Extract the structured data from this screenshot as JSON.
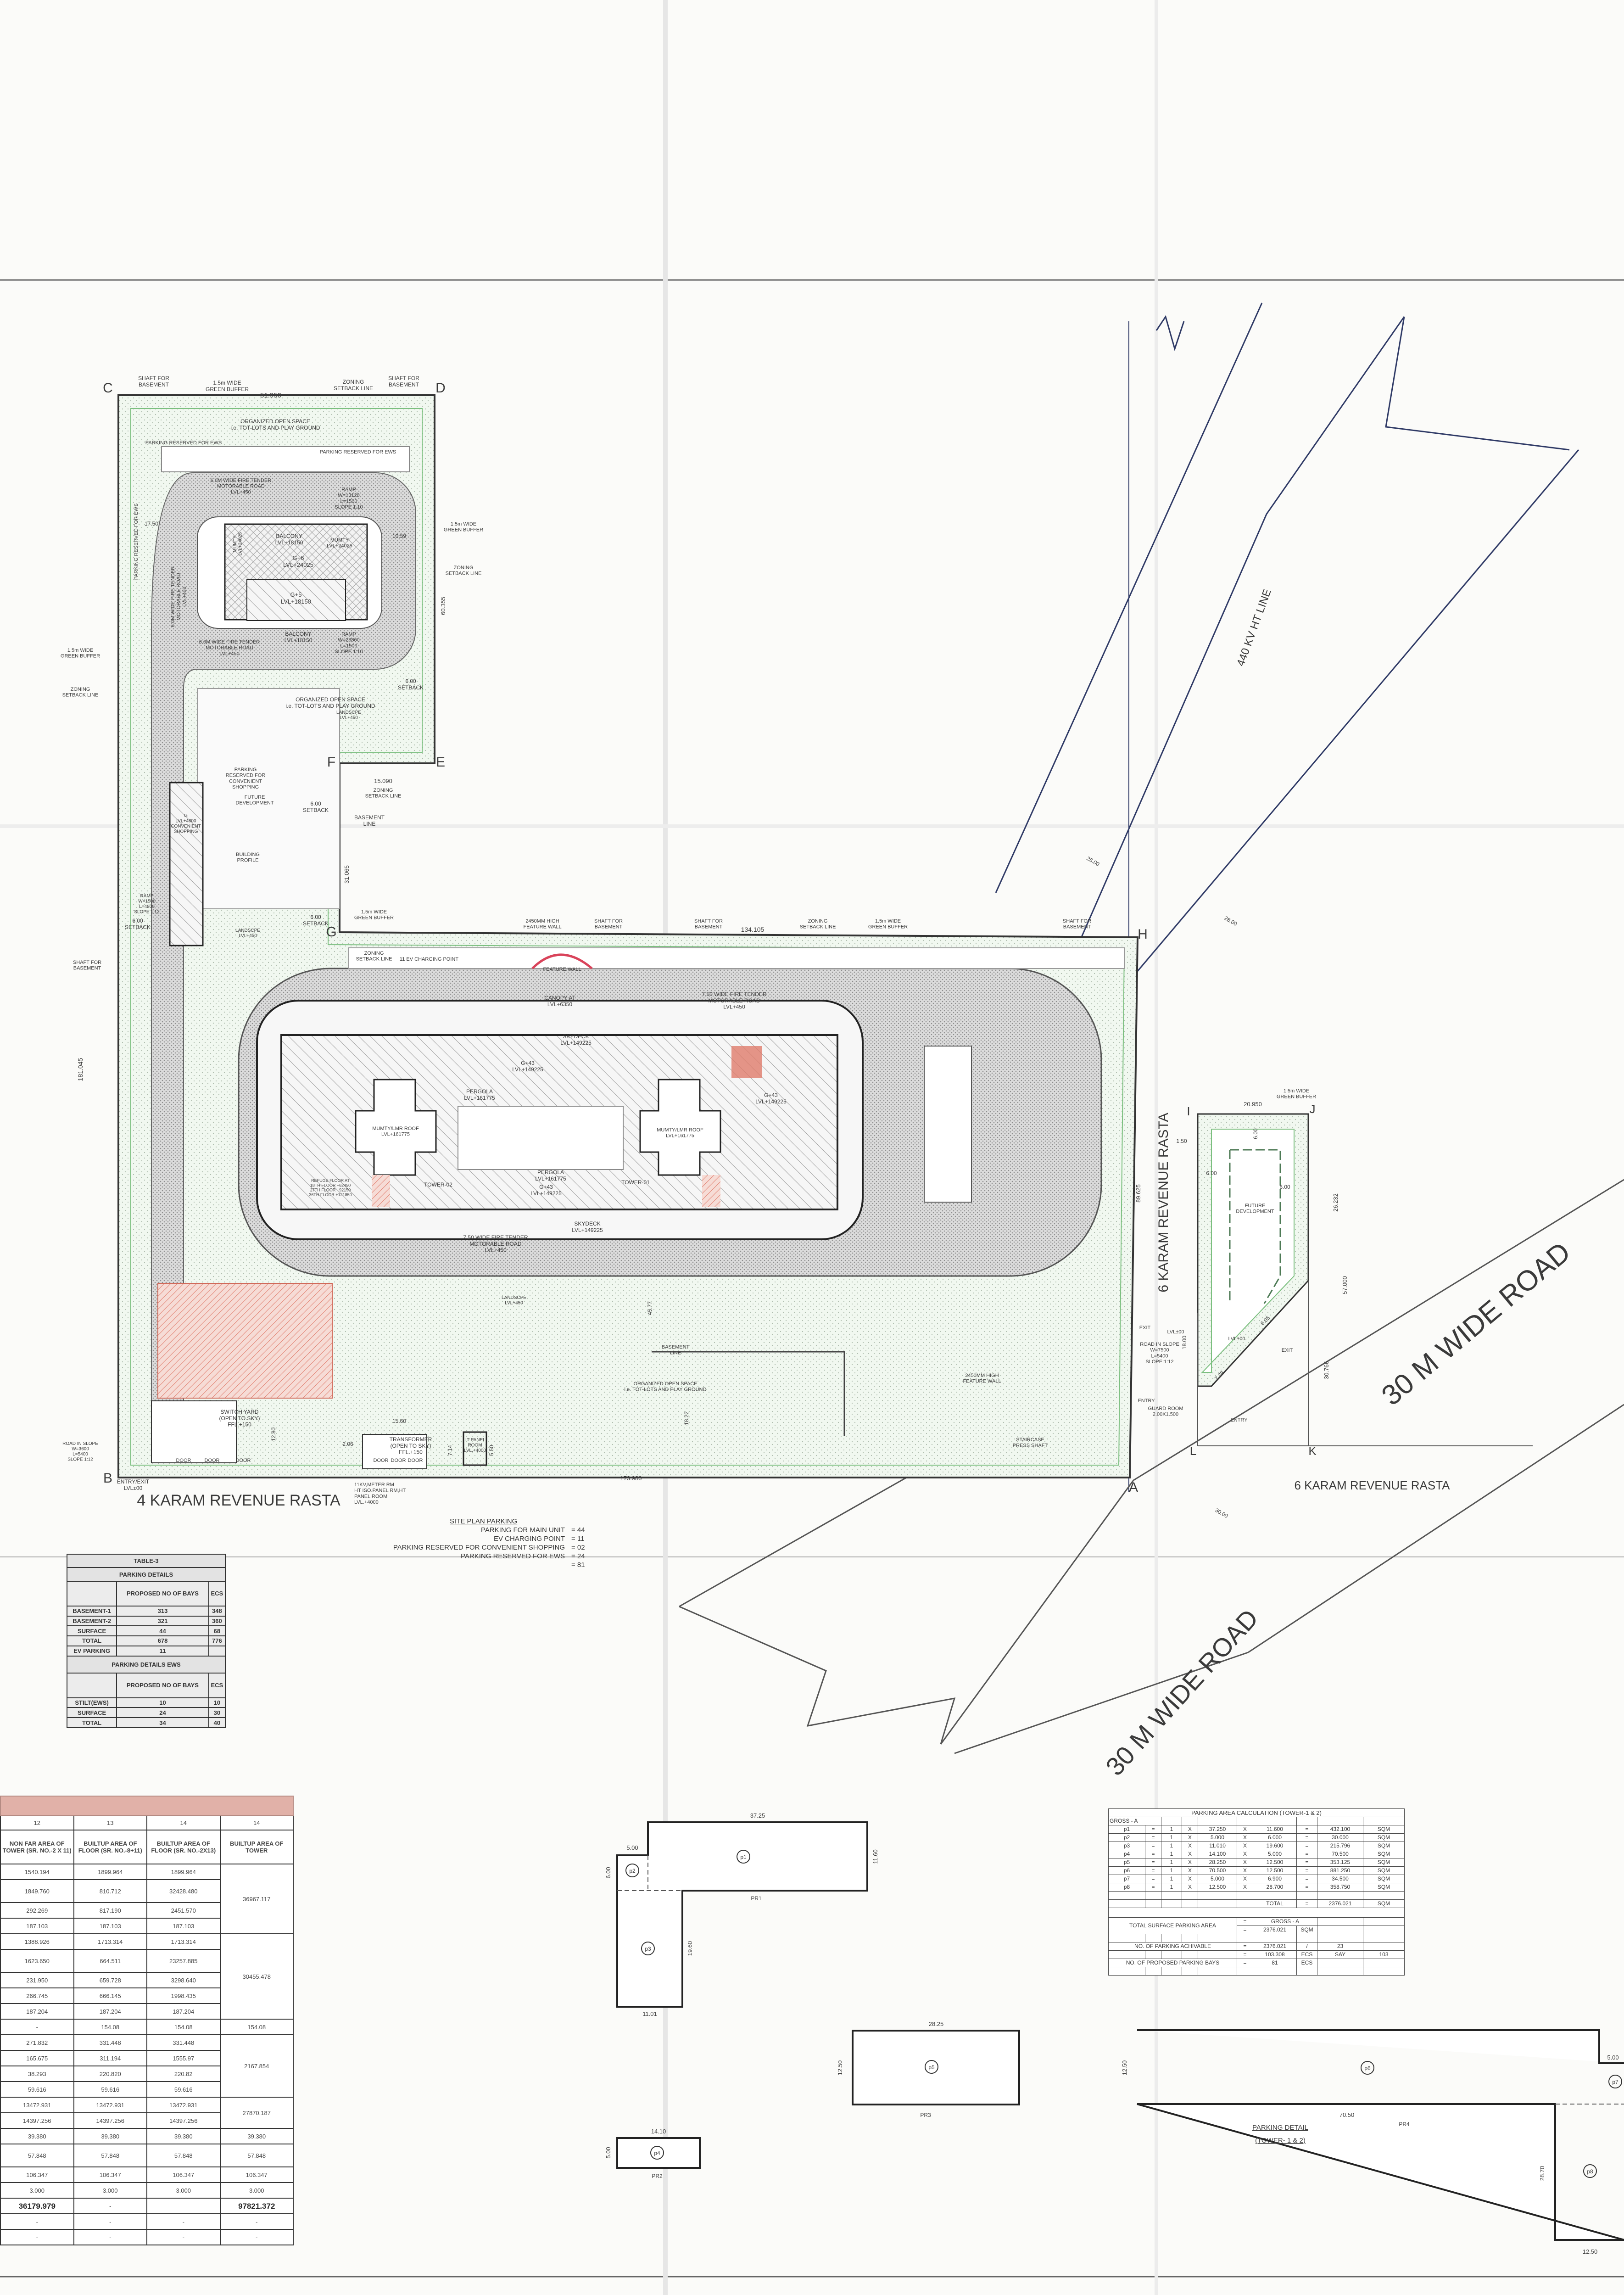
{
  "colors": {
    "line": "#3a3a3a",
    "green_buffer": "#9fd0a3",
    "road_hatch": "#bdbdbd",
    "pink_header": "#e1b1a8",
    "red_zone": "#e07c6c",
    "feature_wall": "#d9435a"
  },
  "site_plan": {
    "labels": {
      "C": "C",
      "D": "D",
      "E": "E",
      "F": "F",
      "G": "G",
      "H": "H",
      "A": "A",
      "B": "B",
      "I": "I",
      "J": "J",
      "K": "K",
      "L": "L",
      "shaft1": [
        "SHAFT FOR",
        "BASEMENT"
      ],
      "shaft2": [
        "SHAFT FOR",
        "BASEMENT"
      ],
      "buffer_top": [
        "1.5m WIDE",
        "GREEN BUFFER"
      ],
      "dim_51950": "51.950",
      "zoning_top": [
        "ZONING",
        "SETBACK LINE"
      ],
      "open_space1": [
        "ORGANIZED OPEN SPACE",
        "i.e. TOT-LOTS AND PLAY GROUND"
      ],
      "ews1": "PARKING RESERVED FOR EWS",
      "ews2": "PARKING RESERVED FOR EWS",
      "ews3": "PARKING RESERVED FOR EWS",
      "fire_road1": [
        "6.0M WIDE FIRE TENDER",
        "MOTORABLE ROAD",
        "LVL+450"
      ],
      "fire_road2": [
        "6.0M WIDE FIRE TENDER",
        "MOTORABLE ROAD",
        "LVL+450"
      ],
      "fire_road3": [
        "6.0M WIDE FIRE TENDER",
        "MOTORABLE ROAD",
        "LVL+450"
      ],
      "ramp1": [
        "RAMP",
        "W=13120",
        "L=1500",
        "SLOPE 1:10"
      ],
      "ramp2": [
        "RAMP",
        "W=23860",
        "L=1500",
        "SLOPE 1:10"
      ],
      "balcony1": [
        "BALCONY",
        "LVL+18150"
      ],
      "balcony2": [
        "BALCONY",
        "LVL+18150"
      ],
      "g6": [
        "G+6",
        "LVL+24025"
      ],
      "g5": [
        "G+5",
        "LVL+18150"
      ],
      "mumty1": [
        "MUMTY",
        "LVL+24025"
      ],
      "mumty2": [
        "MUMTY",
        "LVL+24025"
      ],
      "dim_60355": "60.355",
      "dim_1750a": "17.50",
      "dim_1059": "10.59",
      "setback1": [
        "6.00",
        "SETBACK"
      ],
      "setback2": [
        "6.00",
        "SETBACK"
      ],
      "setback3": [
        "6.00",
        "SETBACK"
      ],
      "setback4": [
        "6.00",
        "SETBACK"
      ],
      "buffer_r1": [
        "1.5m WIDE",
        "GREEN BUFFER"
      ],
      "zoning_r1": [
        "ZONING",
        "SETBACK LINE"
      ],
      "open_space2": [
        "ORGANIZED OPEN SPACE",
        "i.e. TOT-LOTS AND PLAY GROUND"
      ],
      "landscape1": [
        "LANDSCPE",
        "LVL+450"
      ],
      "landscape2": [
        "LANDSCPE",
        "LVL+450"
      ],
      "landscape3": [
        "LANDSCPE",
        "LVL+450"
      ],
      "conv_parking": [
        "PARKING",
        "RESERVED FOR",
        "CONVENIENT",
        "SHOPPING"
      ],
      "future_dev1": [
        "FUTURE",
        "DEVELOPMENT"
      ],
      "building_profile": [
        "BUILDING",
        "PROFILE"
      ],
      "conv_shop": [
        "G",
        "LVL+4600",
        "CONVENIENT",
        "SHOPPING"
      ],
      "basement_line1": [
        "BASEMENT",
        "LINE"
      ],
      "dim_15090": "15.090",
      "zoning_e": [
        "ZONING",
        "SETBACK LINE"
      ],
      "dim_31065": "31.065",
      "buffer_g": [
        "1.5m WIDE",
        "GREEN BUFFER"
      ],
      "zoning_g": [
        "ZONING",
        "SETBACK LINE"
      ],
      "ramp3": [
        "RAMP",
        "W=1500",
        "L=4800",
        "SLOPE 1:12"
      ],
      "dim_181045": "181.045",
      "buffer_left": [
        "1.5m WIDE",
        "GREEN BUFFER"
      ],
      "zoning_left": [
        "ZONING",
        "SETBACK LINE"
      ],
      "shaft_left": [
        "SHAFT FOR",
        "BASEMENT"
      ],
      "feature_wall_hi": [
        "2450MM HIGH",
        "FEATURE WALL"
      ],
      "shaft3": [
        "SHAFT FOR",
        "BASEMENT"
      ],
      "shaft4": [
        "SHAFT FOR",
        "BASEMENT"
      ],
      "dim_134105": "134.105",
      "zoning_top2": [
        "ZONING",
        "SETBACK LINE"
      ],
      "buffer_top2": [
        "1.5m WIDE",
        "GREEN BUFFER"
      ],
      "shaft5": [
        "SHAFT FOR",
        "BASEMENT"
      ],
      "ev_points": "11 EV CHARGING POINT",
      "feature_wall": "FEATURE WALL",
      "canopy": [
        "CANOPY AT",
        "LVL+6350"
      ],
      "fire_road_main1": [
        "7.50 WIDE FIRE TENDER",
        "MOTORABLE ROAD",
        "LVL+450"
      ],
      "fire_road_main2": [
        "7.50 WIDE FIRE TENDER",
        "MOTORABLE ROAD",
        "LVL+450"
      ],
      "skydeck1": [
        "SKYDECK",
        "LVL+149225"
      ],
      "skydeck2": [
        "SKYDECK",
        "LVL+149225"
      ],
      "g43a": [
        "G+43",
        "LVL+149225"
      ],
      "g43b": [
        "G+43",
        "LVL+149225"
      ],
      "g43c": [
        "G+43",
        "LVL+149225"
      ],
      "pergola1": [
        "PERGOLA",
        "LVL+161775"
      ],
      "pergola2": [
        "PERGOLA",
        "LVL+161775"
      ],
      "lmr1": [
        "MUMTY/LMR ROOF",
        "LVL+161775"
      ],
      "lmr2": [
        "MUMTY/LMR ROOF",
        "LVL+161775"
      ],
      "tower2": "TOWER-02",
      "tower1": "TOWER-01",
      "refuge": [
        "REFUGE FLOOR AT",
        "18TH FLOOR +62450",
        "27TH FLOOR +92150",
        "36TH FLOOR +121850"
      ],
      "basement_line2": [
        "BASEMENT",
        "LINE"
      ],
      "open_space3": [
        "ORGANIZED OPEN SPACE",
        "i.e. TOT-LOTS AND PLAY GROUND"
      ],
      "switch_yard": [
        "SWITCH YARD",
        "(OPEN TO SKY)",
        "FFL.+150"
      ],
      "transformer": [
        "TRANSFORMER",
        "(OPEN TO SKY)",
        "FFL.+150"
      ],
      "lt_panel": [
        "LT PANEL",
        "ROOM",
        "LVL.+4000"
      ],
      "door1": "DOOR",
      "door2": "DOOR",
      "door3": "DOOR",
      "door4": "DOOR",
      "door5": "DOOR",
      "door6": "DOOR",
      "dim_1280": "12.80",
      "dim_1560": "15.60",
      "dim_206": "2.06",
      "dim_714": "7.14",
      "dim_550": "5.50",
      "entry_exit": [
        "ENTRY/EXIT",
        "LVL±00"
      ],
      "meter_room": [
        "11KV,METER RM",
        "HT ISO.PANEL RM,HT",
        "PANEL ROOM",
        "LVL.+4000"
      ],
      "dim_173980": "173.980",
      "dim_4577": "45.77",
      "dim_1822": "18.22",
      "feature_wall2": [
        "2450MM HIGH",
        "FEATURE WALL"
      ],
      "staircase": [
        "STAIRCASE",
        "PRESS SHAFT"
      ],
      "road_slope_left": [
        "ROAD IN SLOPE",
        "W=3600",
        "L=5400",
        "SLOPE 1:12"
      ],
      "road_slope_right": [
        "ROAD IN SLOPE",
        "W=7500",
        "L=5400",
        "SLOPE:1:12"
      ],
      "entry1": "ENTRY",
      "exit1": "EXIT",
      "entry2": "ENTRY",
      "exit2": "EXIT",
      "guard_room": [
        "GUARD ROOM",
        "2.00X1.500"
      ],
      "lvl1": "LVL±00",
      "lvl2": "LVL±00",
      "dim_89625": "89.625",
      "dim_20950": "20.950",
      "dim_57000": "57.000",
      "dim_26232": "26.232",
      "dim_30766": "30.766",
      "dim_600a": "6.00",
      "dim_600b": "6.00",
      "dim_600c": "6.00",
      "dim_150a": "1.50",
      "dim_1800": "18.00",
      "dim_605": "6.05",
      "dim_738": "7.38",
      "buffer_ij": [
        "1.5m WIDE",
        "GREEN BUFFER"
      ],
      "future_dev2": [
        "FUTURE",
        "DEVELOPMENT"
      ],
      "dim_2600": "26.00",
      "dim_2800": "28.00",
      "dim_3000": "30.00"
    },
    "roads": {
      "south": "4 KARAM REVENUE RASTA",
      "east_vertical": "6 KARAM REVENUE RASTA",
      "south_east": "6 KARAM REVENUE RASTA",
      "road30_a": "30 M WIDE ROAD",
      "road30_b": "30 M WIDE ROAD",
      "ht_line": "440 KV HT LINE"
    }
  },
  "site_plan_parking": {
    "title": "SITE PLAN PARKING",
    "rows": [
      {
        "label": "PARKING FOR MAIN UNIT",
        "value": "= 44"
      },
      {
        "label": "EV CHARGING POINT",
        "value": "= 11"
      },
      {
        "label": "PARKING RESERVED FOR CONVENIENT SHOPPING",
        "value": "= 02"
      },
      {
        "label": "PARKING RESERVED FOR EWS",
        "value": "= 24"
      }
    ],
    "total": "= 81"
  },
  "table3": {
    "title": "TABLE-3",
    "section1": "PARKING DETAILS",
    "col_bays": "PROPOSED NO OF BAYS",
    "col_ecs": "ECS",
    "rows1": [
      [
        "BASEMENT-1",
        "313",
        "348"
      ],
      [
        "BASEMENT-2",
        "321",
        "360"
      ],
      [
        "SURFACE",
        "44",
        "68"
      ],
      [
        "TOTAL",
        "678",
        "776"
      ],
      [
        "EV PARKING",
        "11",
        ""
      ]
    ],
    "section2": "PARKING DETAILS EWS",
    "rows2": [
      [
        "STILT(EWS)",
        "10",
        "10"
      ],
      [
        "SURFACE",
        "24",
        "30"
      ],
      [
        "TOTAL",
        "34",
        "40"
      ]
    ]
  },
  "area_table": {
    "col_numbers": [
      "12",
      "13",
      "14",
      "14"
    ],
    "headers": [
      "NON FAR AREA OF TOWER (SR. NO.-2 X 11)",
      "BUILTUP AREA OF FLOOR (SR. NO.-8+11)",
      "BUILTUP AREA OF FLOOR (SR. NO.-2X13)",
      "BUILTUP AREA OF TOWER"
    ],
    "rows": [
      [
        "1540.194",
        "1899.964",
        "1899.964"
      ],
      [
        "1849.760",
        "810.712",
        "32428.480"
      ],
      [
        "292.269",
        "817.190",
        "2451.570"
      ],
      [
        "187.103",
        "187.103",
        "187.103"
      ],
      [
        "1388.926",
        "1713.314",
        "1713.314"
      ],
      [
        "1623.650",
        "664.511",
        "23257.885"
      ],
      [
        "231.950",
        "659.728",
        "3298.640"
      ],
      [
        "266.745",
        "666.145",
        "1998.435"
      ],
      [
        "187.204",
        "187.204",
        "187.204"
      ],
      [
        "-",
        "154.08",
        "154.08"
      ],
      [
        "271.832",
        "331.448",
        "331.448"
      ],
      [
        "165.675",
        "311.194",
        "1555.97"
      ],
      [
        "38.293",
        "220.820",
        "220.82"
      ],
      [
        "59.616",
        "59.616",
        "59.616"
      ],
      [
        "13472.931",
        "13472.931",
        "13472.931"
      ],
      [
        "14397.256",
        "14397.256",
        "14397.256"
      ],
      [
        "39.380",
        "39.380",
        "39.380"
      ],
      [
        "57.848",
        "57.848",
        "57.848"
      ],
      [
        "106.347",
        "106.347",
        "106.347"
      ],
      [
        "3.000",
        "3.000",
        "3.000"
      ],
      [
        "36179.979",
        "-",
        ""
      ],
      [
        "-",
        "-",
        "-"
      ],
      [
        "-",
        "-",
        "-"
      ]
    ],
    "tower_col": [
      {
        "value": "36967.117",
        "span": 4
      },
      {
        "value": "30455.478",
        "span": 5
      },
      {
        "value": "154.08",
        "span": 1
      },
      {
        "value": "2167.854",
        "span": 4
      },
      {
        "value": "27870.187",
        "span": 2
      },
      {
        "value": "39.380",
        "span": 1
      },
      {
        "value": "57.848",
        "span": 1
      },
      {
        "value": "106.347",
        "span": 1
      },
      {
        "value": "3.000",
        "span": 1
      },
      {
        "value": "97821.372",
        "span": 1
      },
      {
        "value": "-",
        "span": 1
      },
      {
        "value": "-",
        "span": 1
      }
    ]
  },
  "parking_detail": {
    "title": "PARKING DETAIL",
    "subtitle": "(TOWER- 1 & 2)",
    "areas": [
      "p1",
      "p2",
      "p3",
      "p4",
      "p5",
      "p6",
      "p7",
      "p8"
    ],
    "refs": [
      "PR1",
      "PR2",
      "PR3",
      "PR4"
    ],
    "dims": {
      "p1_w": "37.25",
      "p1_h": "11.60",
      "p2_w": "5.00",
      "p2_h": "6.00",
      "p3_h": "19.60",
      "p3_w": "11.01",
      "p4_w": "14.10",
      "p4_h": "5.00",
      "p5_w": "28.25",
      "p5_h": "12.50",
      "p6_h": "12.50",
      "p6_w": "70.50",
      "p7_w": "5.00",
      "p8_h": "28.70",
      "p8_w": "12.50"
    }
  },
  "parking_calc": {
    "title": "PARKING AREA  CALCULATION  (TOWER-1 & 2)",
    "gross_label": "GROSS - A",
    "rows": [
      [
        "p1",
        "=",
        "1",
        "X",
        "37.250",
        "X",
        "11.600",
        "=",
        "432.100",
        "SQM"
      ],
      [
        "p2",
        "=",
        "1",
        "X",
        "5.000",
        "X",
        "6.000",
        "=",
        "30.000",
        "SQM"
      ],
      [
        "p3",
        "=",
        "1",
        "X",
        "11.010",
        "X",
        "19.600",
        "=",
        "215.796",
        "SQM"
      ],
      [
        "p4",
        "=",
        "1",
        "X",
        "14.100",
        "X",
        "5.000",
        "=",
        "70.500",
        "SQM"
      ],
      [
        "p5",
        "=",
        "1",
        "X",
        "28.250",
        "X",
        "12.500",
        "=",
        "353.125",
        "SQM"
      ],
      [
        "p6",
        "=",
        "1",
        "X",
        "70.500",
        "X",
        "12.500",
        "=",
        "881.250",
        "SQM"
      ],
      [
        "p7",
        "=",
        "1",
        "X",
        "5.000",
        "X",
        "6.900",
        "=",
        "34.500",
        "SQM"
      ],
      [
        "p8",
        "=",
        "1",
        "X",
        "12.500",
        "X",
        "28.700",
        "=",
        "358.750",
        "SQM"
      ]
    ],
    "total_label": "TOTAL",
    "total_eq": "=",
    "total_value": "2376.021",
    "unit": "SQM",
    "surface_label": "TOTAL SURFACE PARKING AREA",
    "surface_eq": "=",
    "surface_ref": "GROSS - A",
    "surface_value": "2376.021",
    "surface_unit": "SQM",
    "achivable_label": "NO. OF PARKING ACHIVABLE",
    "achivable_eq": "=",
    "achivable_area": "2376.021",
    "achivable_div": "/",
    "achivable_divisor": "23",
    "achivable_eq2": "=",
    "achivable_ecs": "103.308",
    "ecs": "ECS",
    "say": "SAY",
    "say_value": "103",
    "proposed_label": "NO. OF PROPOSED PARKING BAYS",
    "proposed_eq": "=",
    "proposed_value": "81",
    "proposed_unit": "ECS"
  }
}
